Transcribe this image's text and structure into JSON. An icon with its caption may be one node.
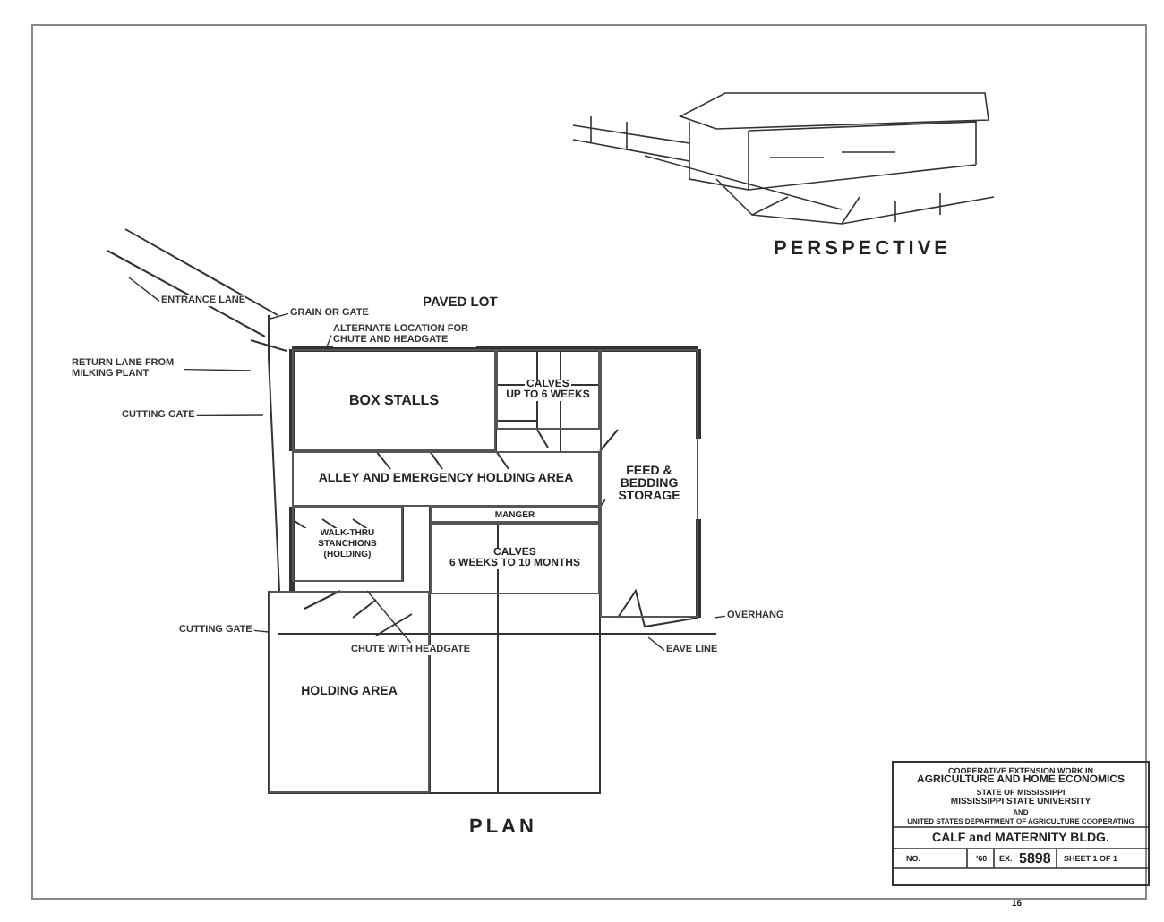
{
  "diagram": {
    "nodes": [
      {
        "text": [
          "BOX STALLS"
        ]
      },
      {
        "text": [
          "CALVES",
          "UP TO 6 WEEKS"
        ]
      },
      {
        "text": [
          "FEED & BEDDING STORAGE"
        ]
      },
      {
        "text": [
          "ALLEY AND EMERGENCY HOLDING AREA"
        ]
      },
      {
        "text": [
          "WALK-THRU STANCHIONS (HOLDING)"
        ]
      },
      {
        "text": [
          "MANGER"
        ]
      },
      {
        "text": [
          "CALVES",
          "6 WEEKS TO 10 MONTHS"
        ]
      },
      {
        "text": [
          "HOLDING AREA"
        ]
      },
      {
        "text": [
          "ENTRANCE LANE"
        ]
      },
      {
        "text": [
          "GRAIN OR GATE"
        ]
      },
      {
        "text": [
          "RETURN LANE FROM MILKING PLANT"
        ]
      },
      {
        "text": [
          "CUTTING GATE"
        ]
      },
      {
        "text": [
          "ALTERNATE LOCATION FOR CHUTE AND HEADGATE"
        ]
      },
      {
        "text": [
          "CUTTING GATE"
        ]
      },
      {
        "text": [
          "CHUTE WITH HEADGATE"
        ]
      },
      {
        "text": [
          "EAVE LINE"
        ]
      },
      {
        "text": [
          "OVERHANG"
        ]
      }
    ],
    "edges": [
      {
        "from": 8,
        "to": null,
        "arrow": "none"
      },
      {
        "from": 9,
        "to": null,
        "arrow": "none"
      },
      {
        "from": 10,
        "to": null,
        "arrow": "none"
      },
      {
        "from": 11,
        "to": null,
        "arrow": "none"
      },
      {
        "from": 12,
        "to": 0,
        "arrow": "none"
      },
      {
        "from": 13,
        "to": 7,
        "arrow": "none"
      },
      {
        "from": 14,
        "to": 7,
        "arrow": "none"
      },
      {
        "from": 15,
        "to": null,
        "arrow": "none"
      },
      {
        "from": 16,
        "to": null,
        "arrow": "none"
      }
    ],
    "labels": [
      "PERSPECTIVE",
      "PAVED LOT",
      "PLAN",
      "COOPERATIVE EXTENSION WORK IN",
      "AGRICULTURE AND HOME ECONOMICS",
      "STATE OF MISSISSIPPI",
      "MISSISSIPPI STATE UNIVERSITY",
      "AND",
      "UNITED STATES DEPARTMENT OF AGRICULTURE COOPERATING",
      "CALF and MATERNITY BLDG.",
      "NO.",
      "'60",
      "EX.",
      "5898",
      "SHEET 1 OF 1",
      "16"
    ]
  }
}
